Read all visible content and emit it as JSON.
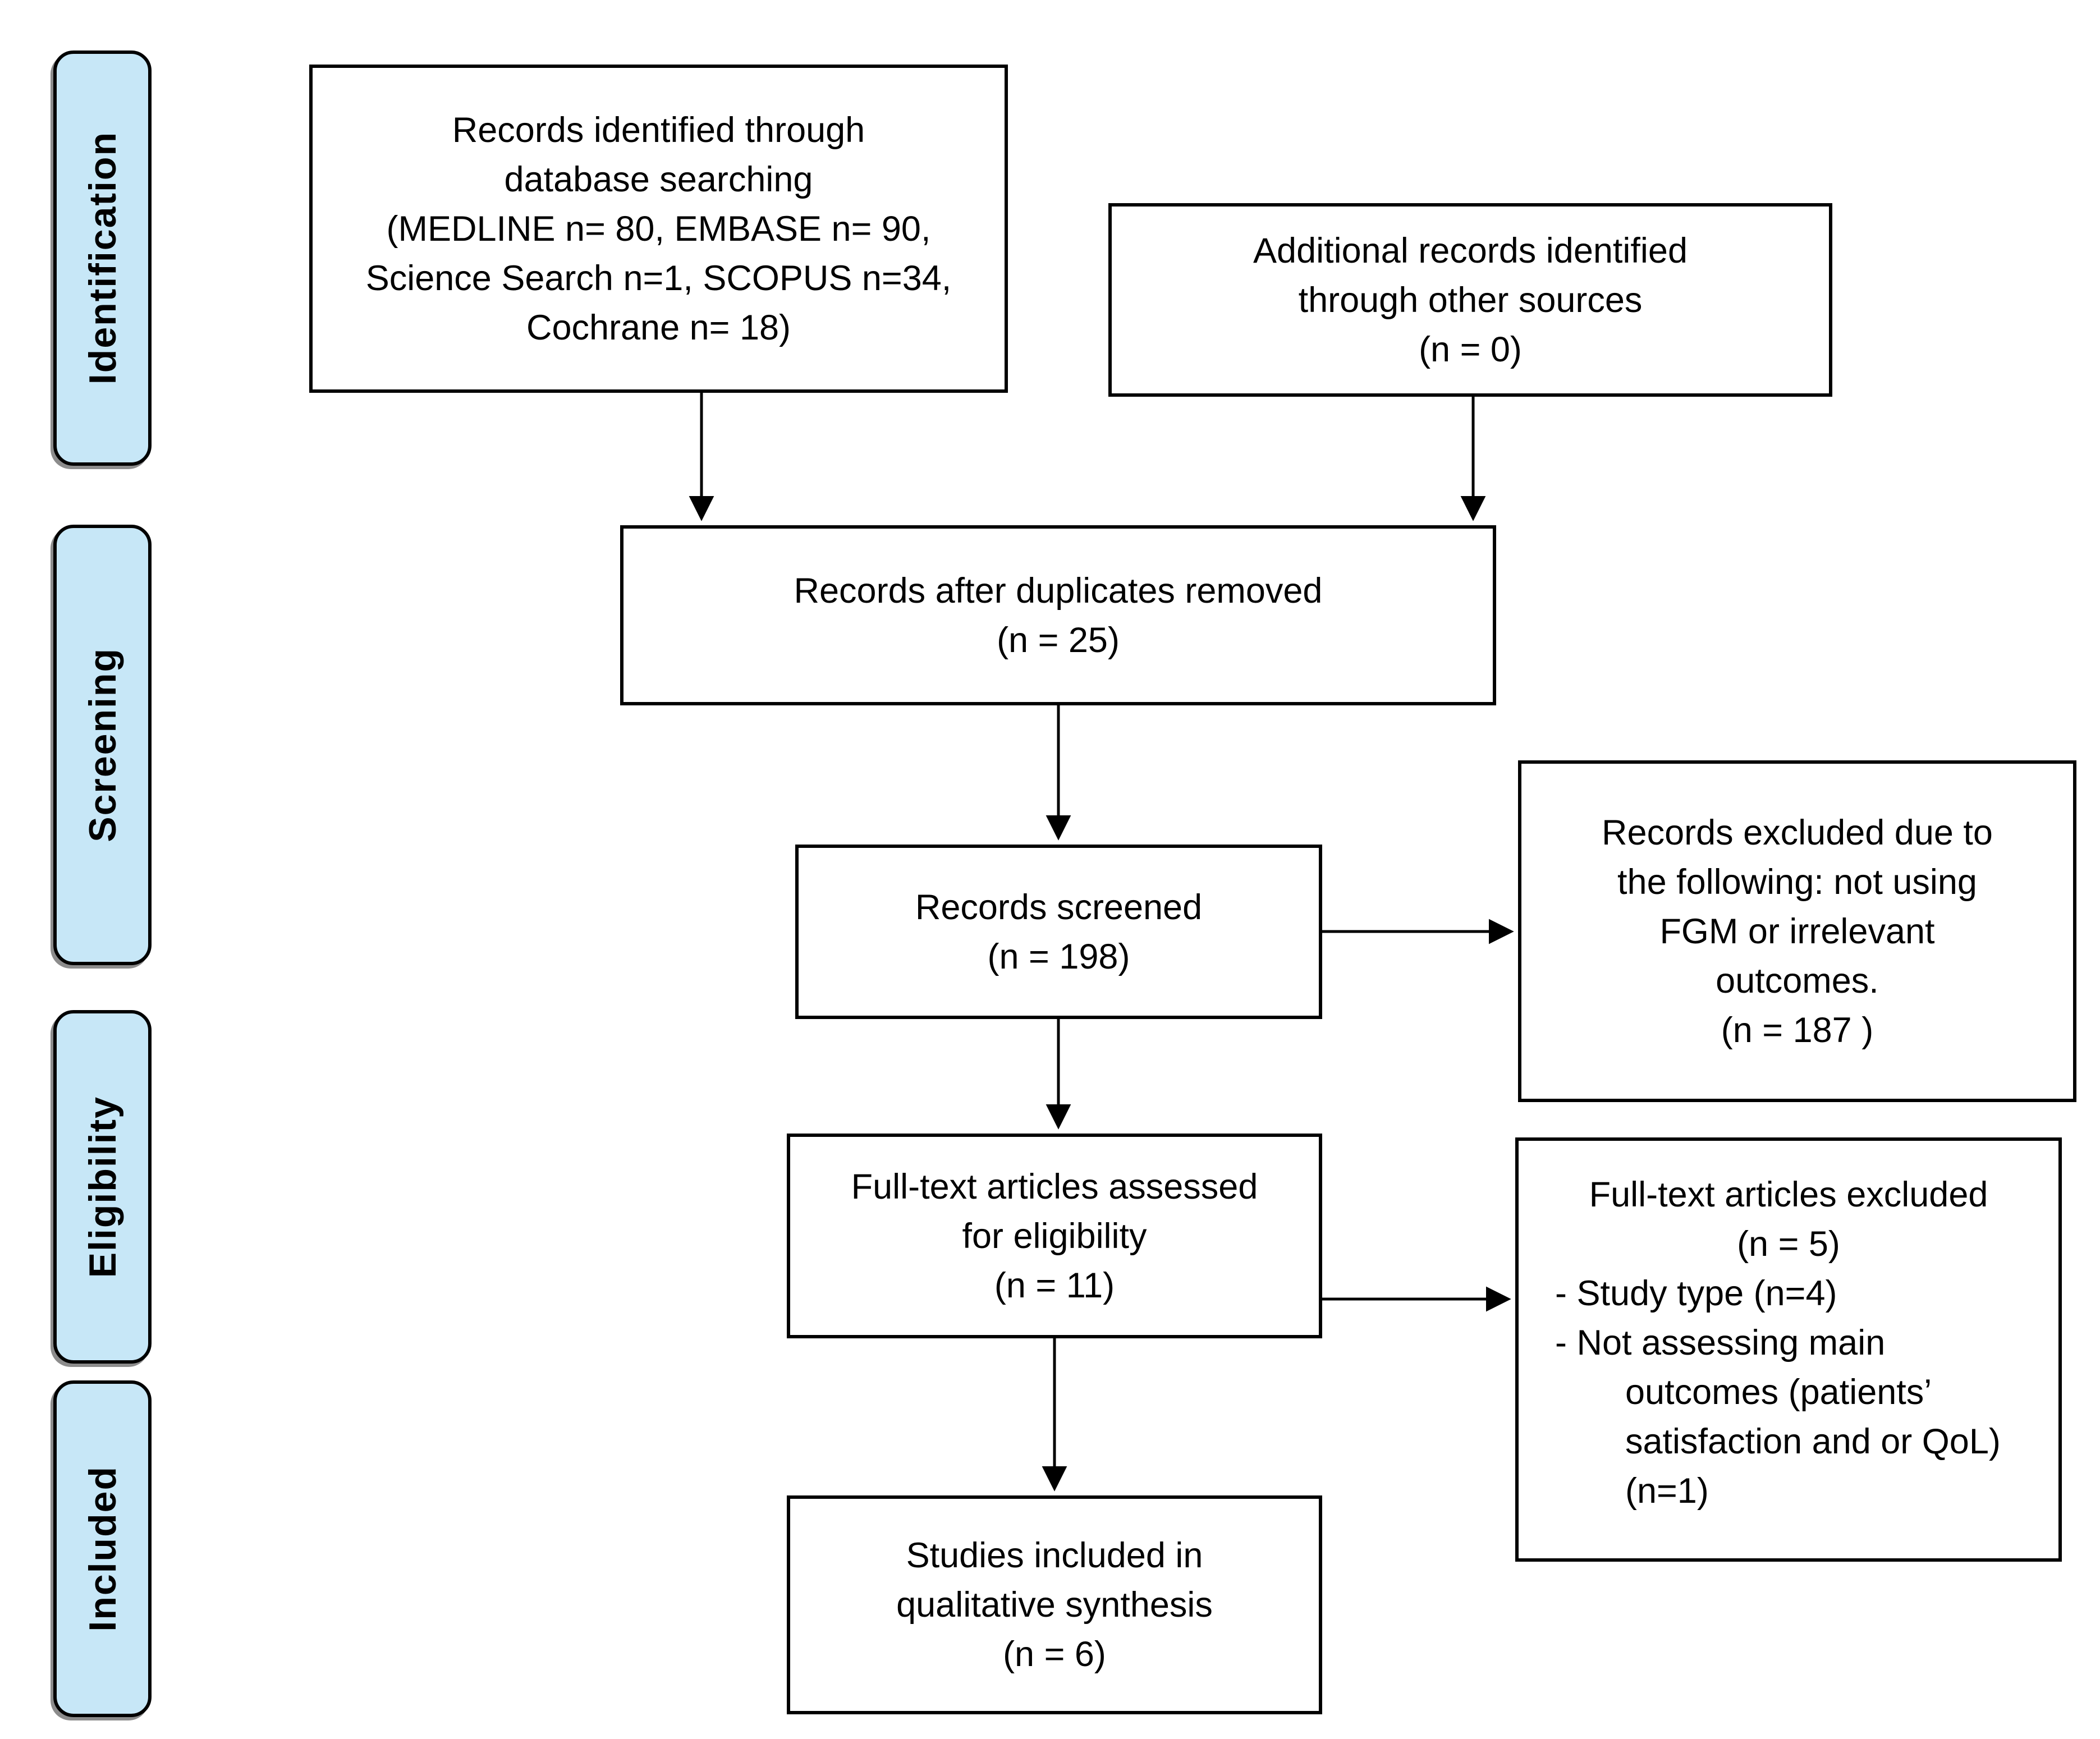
{
  "stages": {
    "identification": "Identification",
    "screening": "Screening",
    "eligibility": "Eligibility",
    "included": "Included"
  },
  "boxes": {
    "identified": "Records identified through\ndatabase searching\n(MEDLINE n= 80, EMBASE n= 90,\nScience Search n=1, SCOPUS n=34,\nCochrane n= 18)",
    "additional": "Additional records identified\nthrough other sources\n(n = 0)",
    "duplicates": "Records after duplicates removed\n(n = 25)",
    "screened": "Records screened\n(n = 198)",
    "excluded_records": "Records excluded due to\nthe following: not using\nFGM or irrelevant\noutcomes.\n(n = 187 )",
    "fulltext": "Full-text articles assessed\nfor eligibility\n(n = 11)",
    "fulltext_excluded": {
      "title": "Full-text articles excluded",
      "count": "(n = 5)",
      "bullets": [
        "- Study type (n=4)",
        "- Not assessing main outcomes (patients’ satisfaction and or QoL) (n=1)"
      ]
    },
    "included_studies": "Studies included in\nqualitative synthesis\n(n = 6)"
  },
  "colors": {
    "stage_fill": "#c7e7f7",
    "box_fill": "#ffffff",
    "line": "#000000"
  }
}
